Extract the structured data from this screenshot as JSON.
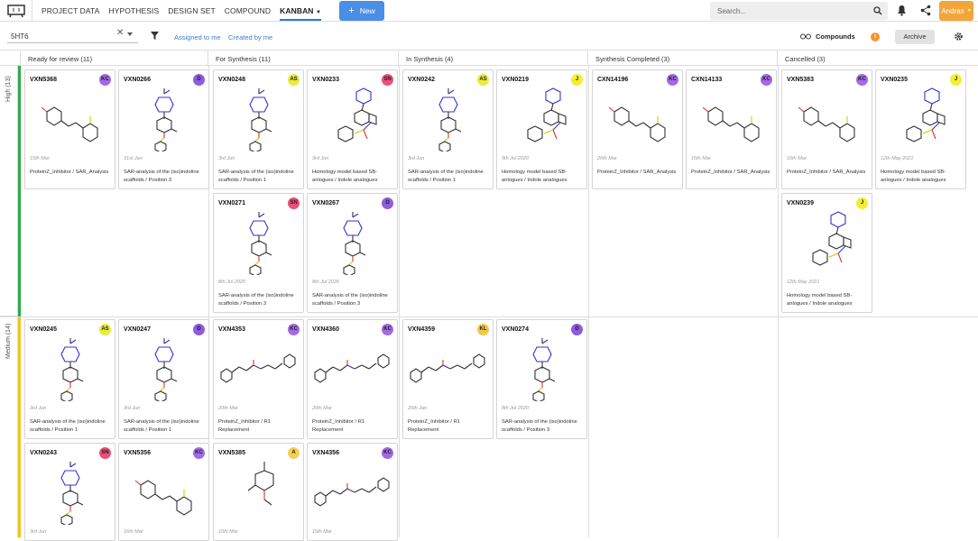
{
  "nav": {
    "items": [
      "PROJECT DATA",
      "HYPOTHESIS",
      "DESIGN SET",
      "COMPOUND",
      "KANBAN"
    ],
    "new_label": "New"
  },
  "search": {
    "placeholder": "Search..."
  },
  "user": {
    "name": "Andras"
  },
  "filter": {
    "value": "5HT6",
    "assigned": "Assigned to me",
    "created": "Created by me",
    "compounds": "Compounds",
    "info": "i",
    "archive": "Archive"
  },
  "columns": [
    "Ready for review (11)",
    "For Synthesis (11)",
    "In Synthesis (4)",
    "Synthesis Completed (3)",
    "Cancelled (3)"
  ],
  "lanes": [
    {
      "label": "High (13)",
      "color": "#2daa4a"
    },
    {
      "label": "Medium (14)",
      "color": "#f0c419"
    }
  ],
  "avatar_colors": {
    "KC": "#a26ae6",
    "D": "#8e5ce0",
    "AS": "#e8ec3c",
    "SN": "#ef4d7a",
    "J": "#f2ee36",
    "KL": "#f4c64a",
    "A": "#f6cf56"
  },
  "cards": [
    {
      "id": "VXN5368",
      "av": "KC",
      "mol": "a",
      "date": "15th Mar",
      "desc": "ProteinZ_Inhibitor / SAR_Analysis"
    },
    {
      "id": "VXN0266",
      "av": "D",
      "mol": "b",
      "date": "31st Jan",
      "desc": "SAR-analysis of the (iso)indoline scaffolds / Position 3"
    },
    {
      "id": "VXN0248",
      "av": "AS",
      "mol": "b",
      "date": "3rd Jun",
      "desc": "SAR-analysis of the (iso)indoline scaffolds / Position 1"
    },
    {
      "id": "VXN0233",
      "av": "SN",
      "mol": "c",
      "date": "3rd Jun",
      "desc": "Homology model based SB-anlogues / Indole analogues"
    },
    {
      "id": "VXN0242",
      "av": "AS",
      "mol": "b",
      "date": "3rd Jun",
      "desc": "SAR-analysis of the (iso)indoline scaffolds / Position 1"
    },
    {
      "id": "VXN0219",
      "av": "J",
      "mol": "c",
      "date": "9th Jul 2020",
      "desc": "Homology model based SB-anlogues / Indole analogues"
    },
    {
      "id": "CXN14196",
      "av": "KC",
      "mol": "a",
      "date": "20th Mar",
      "desc": "ProteinZ_Inhibitor / SAR_Analysis"
    },
    {
      "id": "CXN14133",
      "av": "KC",
      "mol": "a",
      "date": "16th Mar",
      "desc": "ProteinZ_Inhibitor / SAR_Analysis"
    },
    {
      "id": "VXN5383",
      "av": "KC",
      "mol": "a",
      "date": "16th Mar",
      "desc": "ProteinZ_Inhibitor / SAR_Analysis"
    },
    {
      "id": "VXN0235",
      "av": "J",
      "mol": "c",
      "date": "12th May 2021",
      "desc": "Homology model based SB-anlogues / Indole analogues"
    },
    {
      "id": "VXN0271",
      "av": "SN",
      "mol": "b",
      "date": "8th Jul 2020",
      "desc": "SAR-analysis of the (iso)indoline scaffolds / Position 3"
    },
    {
      "id": "VXN0267",
      "av": "D",
      "mol": "b",
      "date": "8th Jul 2020",
      "desc": "SAR-analysis of the (iso)indoline scaffolds / Position 3"
    },
    {
      "id": "VXN0239",
      "av": "J",
      "mol": "c",
      "date": "12th May 2021",
      "desc": "Homology model based SB-anlogues / Indole analogues"
    },
    {
      "id": "VXN0245",
      "av": "AS",
      "mol": "b",
      "date": "3rd Jun",
      "desc": "SAR-analysis of the (iso)indoline scaffolds / Position 1"
    },
    {
      "id": "VXN0247",
      "av": "D",
      "mol": "b",
      "date": "3rd Jun",
      "desc": "SAR-analysis of the (iso)indoline scaffolds / Position 1"
    },
    {
      "id": "VXN4353",
      "av": "KC",
      "mol": "d",
      "date": "20th Mar",
      "desc": "ProteinZ_Inhibitor / R1 Replacement"
    },
    {
      "id": "VXN4360",
      "av": "KC",
      "mol": "d",
      "date": "20th Mar",
      "desc": "ProteinZ_Inhibitor / R1 Replacement"
    },
    {
      "id": "VXN4359",
      "av": "KL",
      "mol": "d",
      "date": "25th Jan",
      "desc": "ProteinZ_Inhibitor / R1 Replacement"
    },
    {
      "id": "VXN0274",
      "av": "D",
      "mol": "b",
      "date": "8th Jul 2020",
      "desc": "SAR-analysis of the (iso)indoline scaffolds / Position 3"
    },
    {
      "id": "VXN0243",
      "av": "SN",
      "mol": "b",
      "date": "3rd Jun",
      "desc": ""
    },
    {
      "id": "VXN5356",
      "av": "KC",
      "mol": "a",
      "date": "16th Mar",
      "desc": ""
    },
    {
      "id": "VXN5385",
      "av": "A",
      "mol": "e",
      "date": "16th Mar",
      "desc": ""
    },
    {
      "id": "VXN4356",
      "av": "KC",
      "mol": "d",
      "date": "15th Mar",
      "desc": ""
    }
  ]
}
